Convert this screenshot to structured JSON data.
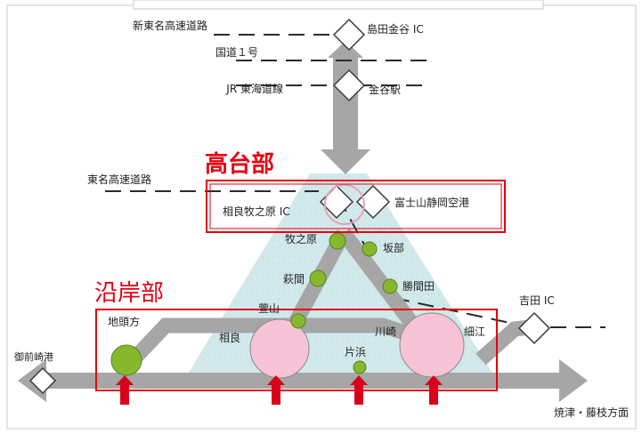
{
  "labels": {
    "shin_tomei": "新東名高速道路",
    "shimada_kanaya_ic": "島田金谷 IC",
    "route1": "国道１号",
    "jr_tokaido": "JR 東海道線",
    "kanaya_station": "金谷駅",
    "tomei": "東名高速道路",
    "sagara_makinohara_ic": "相良牧之原 IC",
    "fuji_shizuoka_airport": "富士山静岡空港",
    "makinohara": "牧之原",
    "sakabe": "坂部",
    "hagima": "萩間",
    "katsumata": "勝間田",
    "kayama": "萱山",
    "sagara": "相良",
    "kawasaki": "川崎",
    "hosoe": "細江",
    "katahama": "片浜",
    "jitogata": "地頭方",
    "yoshida_ic": "吉田 IC",
    "omaezaki_port": "御前崎港",
    "yaizu_fujieda": "焼津・藤枝方面"
  },
  "zones": {
    "upland": "高台部",
    "coastal": "沿岸部"
  },
  "colors": {
    "arrow_gray": "#a6a6a6",
    "mountain": "#cfe7ea",
    "node_green": "#86b82e",
    "circle_pink": "#f7c3d6",
    "zone_red": "#e60012",
    "evac_red": "#d9001b"
  }
}
